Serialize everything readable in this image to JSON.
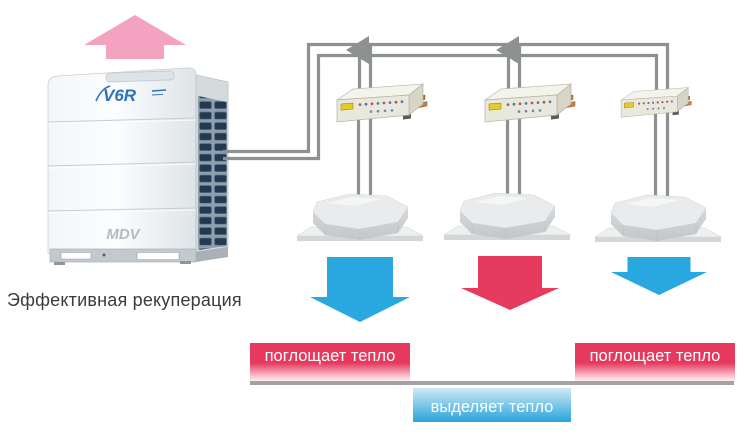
{
  "diagram": {
    "caption": "Эффективная рекуперация",
    "outdoor_unit": {
      "logo_primary": "V6R",
      "logo_secondary": "MDV"
    },
    "flow_labels": {
      "absorb_left": "поглощает тепло",
      "release_center": "выделяет тепло",
      "absorb_right": "поглощает тепло"
    },
    "airflow_arrows": [
      {
        "name": "indoor-unit-1-airflow-down-arrow",
        "direction": "down",
        "color": "#29a8df"
      },
      {
        "name": "indoor-unit-2-airflow-down-arrow",
        "direction": "down",
        "color": "#e73a5f"
      },
      {
        "name": "indoor-unit-3-airflow-down-arrow",
        "direction": "down",
        "color": "#29a8df"
      }
    ],
    "colors": {
      "pink_arrow": "#f3a3c0",
      "blue_arrow": "#29a8df",
      "red_arrow": "#e73a5f",
      "pipe": "#8e9192",
      "label_red": "#e6395e",
      "label_blue_light": "#cfe9f7",
      "label_blue": "#2aa4da",
      "line_gray": "#a3a3a3",
      "logo_blue": "#2e72b9",
      "text_dark": "#3b3b3b"
    }
  }
}
